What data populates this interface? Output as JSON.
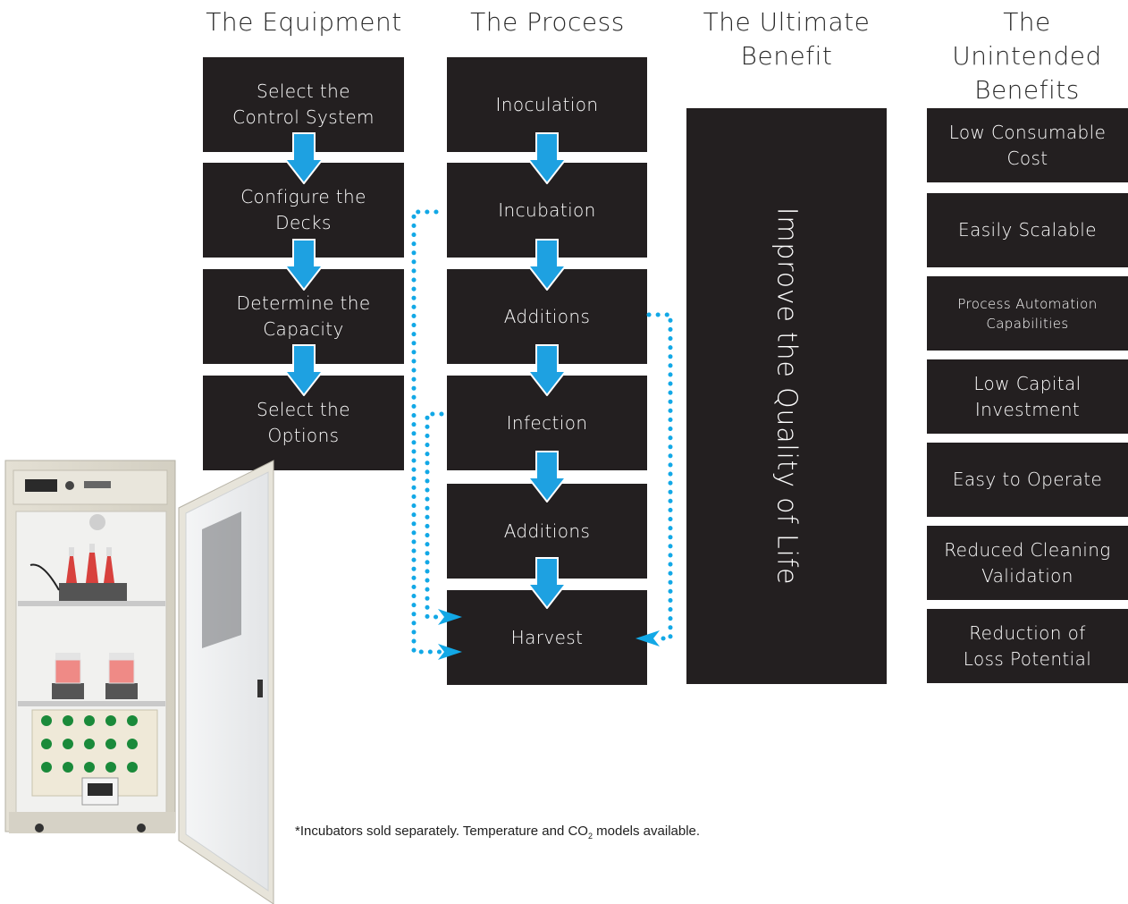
{
  "headers": {
    "equipment": "The Equipment",
    "process": "The Process",
    "ultimate": "The Ultimate\nBenefit",
    "unintended": "The Unintended\nBenefits"
  },
  "equipment_steps": [
    "Select the\nControl System",
    "Configure the\nDecks",
    "Determine the\nCapacity",
    "Select the\nOptions"
  ],
  "process_steps": [
    "Inoculation",
    "Incubation",
    "Additions",
    "Infection",
    "Additions",
    "Harvest"
  ],
  "ultimate_benefit": "Improve the Quality of Life",
  "unintended_benefits": [
    "Low Consumable\nCost",
    "Easily Scalable",
    "Process Automation\nCapabilities",
    "Low Capital\nInvestment",
    "Easy to Operate",
    "Reduced Cleaning\nValidation",
    "Reduction of\nLoss Potential"
  ],
  "footnote": {
    "before": "*Incubators sold separately. Temperature and CO",
    "subscript": "2",
    "after": " models available."
  },
  "colors": {
    "box": "#231f20",
    "arrow": "#1ea1e1",
    "dots": "#12a8e6",
    "text": "#2a2a2a"
  },
  "image": {
    "subject": "incubator-with-shaker-platforms-and-bottle-roller"
  }
}
